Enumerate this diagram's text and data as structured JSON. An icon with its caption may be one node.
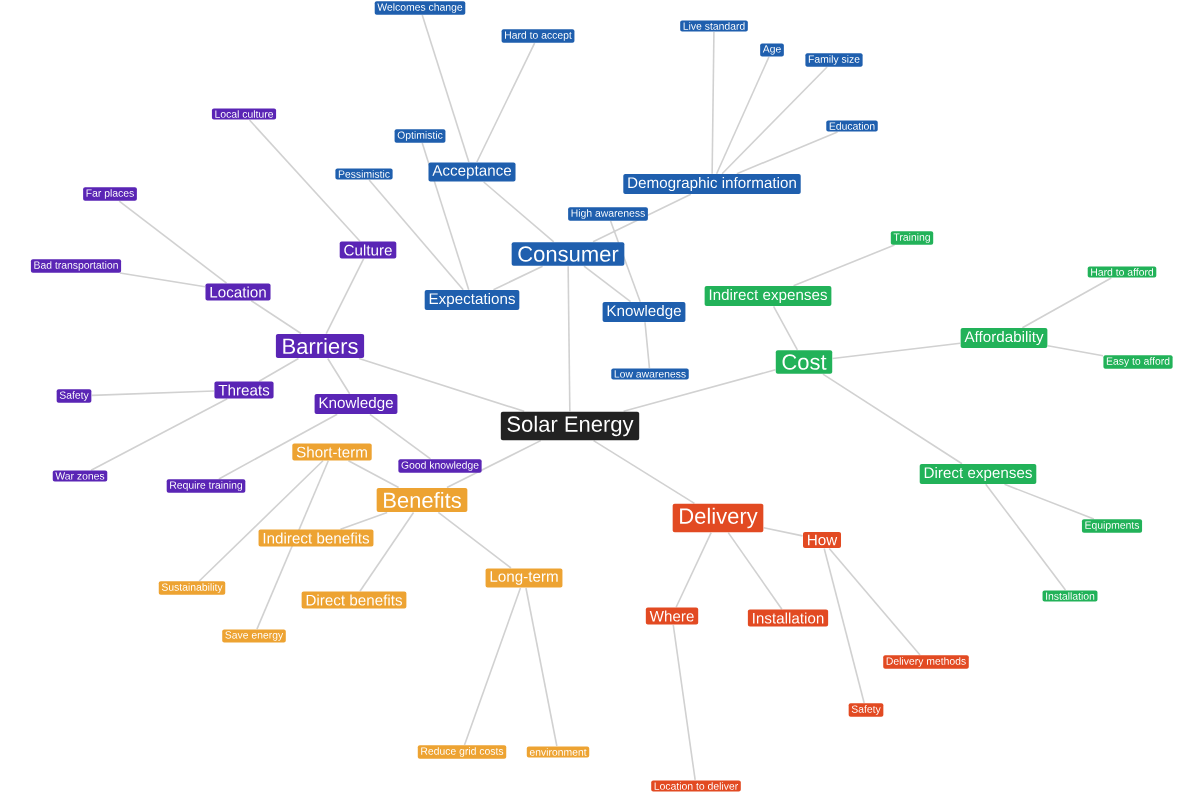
{
  "diagram": {
    "nodes": [
      {
        "text": [
          "Solar Energy"
        ]
      },
      {
        "text": [
          "Consumer"
        ]
      },
      {
        "text": [
          "Acceptance"
        ]
      },
      {
        "text": [
          "Welcomes change"
        ]
      },
      {
        "text": [
          "Hard to accept"
        ]
      },
      {
        "text": [
          "Optimistic"
        ]
      },
      {
        "text": [
          "Pessimistic"
        ]
      },
      {
        "text": [
          "Expectations"
        ]
      },
      {
        "text": [
          "Demographic information"
        ]
      },
      {
        "text": [
          "Live standard"
        ]
      },
      {
        "text": [
          "Age"
        ]
      },
      {
        "text": [
          "Family size"
        ]
      },
      {
        "text": [
          "Education"
        ]
      },
      {
        "text": [
          "High awareness"
        ]
      },
      {
        "text": [
          "Knowledge"
        ]
      },
      {
        "text": [
          "Low awareness"
        ]
      },
      {
        "text": [
          "Cost"
        ]
      },
      {
        "text": [
          "Indirect expenses"
        ]
      },
      {
        "text": [
          "Training"
        ]
      },
      {
        "text": [
          "Affordability"
        ]
      },
      {
        "text": [
          "Hard to afford"
        ]
      },
      {
        "text": [
          "Easy to afford"
        ]
      },
      {
        "text": [
          "Direct expenses"
        ]
      },
      {
        "text": [
          "Equipments"
        ]
      },
      {
        "text": [
          "Installation"
        ]
      },
      {
        "text": [
          "Barriers"
        ]
      },
      {
        "text": [
          "Culture"
        ]
      },
      {
        "text": [
          "Local culture"
        ]
      },
      {
        "text": [
          "Location"
        ]
      },
      {
        "text": [
          "Far places"
        ]
      },
      {
        "text": [
          "Bad transportation"
        ]
      },
      {
        "text": [
          "Threats"
        ]
      },
      {
        "text": [
          "Safety"
        ]
      },
      {
        "text": [
          "War zones"
        ]
      },
      {
        "text": [
          "Knowledge"
        ]
      },
      {
        "text": [
          "Require training"
        ]
      },
      {
        "text": [
          "Good knowledge"
        ]
      },
      {
        "text": [
          "Benefits"
        ]
      },
      {
        "text": [
          "Short-term"
        ]
      },
      {
        "text": [
          "Indirect benefits"
        ]
      },
      {
        "text": [
          "Sustainability"
        ]
      },
      {
        "text": [
          "Save energy"
        ]
      },
      {
        "text": [
          "Direct benefits"
        ]
      },
      {
        "text": [
          "Long-term"
        ]
      },
      {
        "text": [
          "Reduce grid costs"
        ]
      },
      {
        "text": [
          "environment"
        ]
      },
      {
        "text": [
          "Delivery"
        ]
      },
      {
        "text": [
          "How"
        ]
      },
      {
        "text": [
          "Where"
        ]
      },
      {
        "text": [
          "Installation"
        ]
      },
      {
        "text": [
          "Delivery methods"
        ]
      },
      {
        "text": [
          "Safety"
        ]
      },
      {
        "text": [
          "Location to deliver"
        ]
      }
    ],
    "edges": [
      {
        "from": 0,
        "to": 1,
        "arrow": "none"
      },
      {
        "from": 0,
        "to": 16,
        "arrow": "none"
      },
      {
        "from": 0,
        "to": 25,
        "arrow": "none"
      },
      {
        "from": 0,
        "to": 37,
        "arrow": "none"
      },
      {
        "from": 0,
        "to": 46,
        "arrow": "none"
      },
      {
        "from": 1,
        "to": 2,
        "arrow": "none"
      },
      {
        "from": 1,
        "to": 7,
        "arrow": "none"
      },
      {
        "from": 1,
        "to": 8,
        "arrow": "none"
      },
      {
        "from": 1,
        "to": 14,
        "arrow": "none"
      },
      {
        "from": 2,
        "to": 3,
        "arrow": "none"
      },
      {
        "from": 2,
        "to": 4,
        "arrow": "none"
      },
      {
        "from": 7,
        "to": 5,
        "arrow": "none"
      },
      {
        "from": 7,
        "to": 6,
        "arrow": "none"
      },
      {
        "from": 8,
        "to": 9,
        "arrow": "none"
      },
      {
        "from": 8,
        "to": 10,
        "arrow": "none"
      },
      {
        "from": 8,
        "to": 11,
        "arrow": "none"
      },
      {
        "from": 8,
        "to": 12,
        "arrow": "none"
      },
      {
        "from": 14,
        "to": 13,
        "arrow": "none"
      },
      {
        "from": 14,
        "to": 15,
        "arrow": "none"
      },
      {
        "from": 16,
        "to": 17,
        "arrow": "none"
      },
      {
        "from": 17,
        "to": 18,
        "arrow": "none"
      },
      {
        "from": 16,
        "to": 19,
        "arrow": "none"
      },
      {
        "from": 19,
        "to": 20,
        "arrow": "none"
      },
      {
        "from": 19,
        "to": 21,
        "arrow": "none"
      },
      {
        "from": 16,
        "to": 22,
        "arrow": "none"
      },
      {
        "from": 22,
        "to": 23,
        "arrow": "none"
      },
      {
        "from": 22,
        "to": 24,
        "arrow": "none"
      },
      {
        "from": 25,
        "to": 26,
        "arrow": "none"
      },
      {
        "from": 26,
        "to": 27,
        "arrow": "none"
      },
      {
        "from": 25,
        "to": 28,
        "arrow": "none"
      },
      {
        "from": 28,
        "to": 29,
        "arrow": "none"
      },
      {
        "from": 28,
        "to": 30,
        "arrow": "none"
      },
      {
        "from": 25,
        "to": 31,
        "arrow": "none"
      },
      {
        "from": 31,
        "to": 32,
        "arrow": "none"
      },
      {
        "from": 31,
        "to": 33,
        "arrow": "none"
      },
      {
        "from": 25,
        "to": 34,
        "arrow": "none"
      },
      {
        "from": 34,
        "to": 35,
        "arrow": "none"
      },
      {
        "from": 34,
        "to": 36,
        "arrow": "none"
      },
      {
        "from": 37,
        "to": 38,
        "arrow": "none"
      },
      {
        "from": 38,
        "to": 40,
        "arrow": "none"
      },
      {
        "from": 38,
        "to": 41,
        "arrow": "none"
      },
      {
        "from": 37,
        "to": 39,
        "arrow": "none"
      },
      {
        "from": 37,
        "to": 42,
        "arrow": "none"
      },
      {
        "from": 37,
        "to": 43,
        "arrow": "none"
      },
      {
        "from": 43,
        "to": 44,
        "arrow": "none"
      },
      {
        "from": 43,
        "to": 45,
        "arrow": "none"
      },
      {
        "from": 46,
        "to": 47,
        "arrow": "none"
      },
      {
        "from": 46,
        "to": 48,
        "arrow": "none"
      },
      {
        "from": 46,
        "to": 49,
        "arrow": "none"
      },
      {
        "from": 47,
        "to": 50,
        "arrow": "none"
      },
      {
        "from": 47,
        "to": 51,
        "arrow": "none"
      },
      {
        "from": 48,
        "to": 52,
        "arrow": "none"
      }
    ]
  }
}
